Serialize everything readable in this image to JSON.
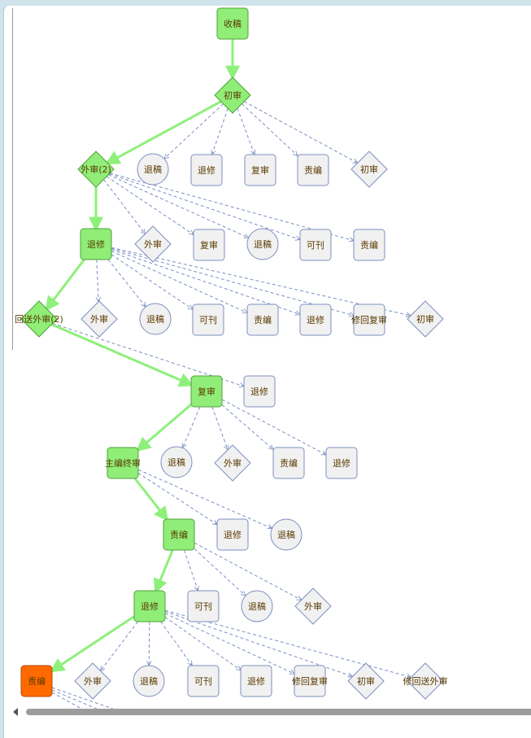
{
  "colors": {
    "flow_green": "#8ef07a",
    "active_fill": "#90ee78",
    "active_stroke": "#4fa03a",
    "inactive_fill": "#f1f1f1",
    "inactive_stroke": "#7d8fc0",
    "current_fill": "#ff6a00",
    "current_stroke": "#b84800",
    "dash_edge": "#7b8fc4",
    "label_text": "#5a3a00"
  },
  "nodes": [
    {
      "id": "n1",
      "label": "收稿",
      "shape": "square",
      "state": "active"
    },
    {
      "id": "n2",
      "label": "初审",
      "shape": "diamond",
      "state": "active"
    },
    {
      "id": "n3",
      "label": "外审(2)",
      "shape": "diamond",
      "state": "active"
    },
    {
      "id": "n4",
      "label": "退稿",
      "shape": "circle",
      "state": "inactive"
    },
    {
      "id": "n5",
      "label": "退修",
      "shape": "square",
      "state": "inactive"
    },
    {
      "id": "n6",
      "label": "复审",
      "shape": "square",
      "state": "inactive"
    },
    {
      "id": "n7",
      "label": "责编",
      "shape": "square",
      "state": "inactive"
    },
    {
      "id": "n8",
      "label": "初审",
      "shape": "diamond",
      "state": "inactive"
    },
    {
      "id": "n9",
      "label": "退修",
      "shape": "square",
      "state": "active"
    },
    {
      "id": "n10",
      "label": "外审",
      "shape": "diamond",
      "state": "inactive"
    },
    {
      "id": "n11",
      "label": "复审",
      "shape": "square",
      "state": "inactive"
    },
    {
      "id": "n12",
      "label": "退稿",
      "shape": "circle",
      "state": "inactive"
    },
    {
      "id": "n13",
      "label": "可刊",
      "shape": "square",
      "state": "inactive"
    },
    {
      "id": "n14",
      "label": "责编",
      "shape": "square",
      "state": "inactive"
    },
    {
      "id": "n15",
      "label": "回送外审(2)",
      "shape": "diamond",
      "state": "active"
    },
    {
      "id": "n16",
      "label": "外审",
      "shape": "diamond",
      "state": "inactive"
    },
    {
      "id": "n17",
      "label": "退稿",
      "shape": "circle",
      "state": "inactive"
    },
    {
      "id": "n18",
      "label": "可刊",
      "shape": "square",
      "state": "inactive"
    },
    {
      "id": "n19",
      "label": "责编",
      "shape": "square",
      "state": "inactive"
    },
    {
      "id": "n20",
      "label": "退修",
      "shape": "square",
      "state": "inactive"
    },
    {
      "id": "n21",
      "label": "修回复审",
      "shape": "square",
      "state": "inactive"
    },
    {
      "id": "n22",
      "label": "初审",
      "shape": "diamond",
      "state": "inactive"
    },
    {
      "id": "n23",
      "label": "复审",
      "shape": "square",
      "state": "active"
    },
    {
      "id": "n24",
      "label": "退修",
      "shape": "square",
      "state": "inactive"
    },
    {
      "id": "n25",
      "label": "主编终审",
      "shape": "square",
      "state": "active"
    },
    {
      "id": "n26",
      "label": "退稿",
      "shape": "circle",
      "state": "inactive"
    },
    {
      "id": "n27",
      "label": "外审",
      "shape": "diamond",
      "state": "inactive"
    },
    {
      "id": "n28",
      "label": "责编",
      "shape": "square",
      "state": "inactive"
    },
    {
      "id": "n29",
      "label": "退修",
      "shape": "square",
      "state": "inactive"
    },
    {
      "id": "n30",
      "label": "责编",
      "shape": "square",
      "state": "active"
    },
    {
      "id": "n31",
      "label": "退修",
      "shape": "square",
      "state": "inactive"
    },
    {
      "id": "n32",
      "label": "退稿",
      "shape": "circle",
      "state": "inactive"
    },
    {
      "id": "n33",
      "label": "退修",
      "shape": "square",
      "state": "active"
    },
    {
      "id": "n34",
      "label": "可刊",
      "shape": "square",
      "state": "inactive"
    },
    {
      "id": "n35",
      "label": "退稿",
      "shape": "circle",
      "state": "inactive"
    },
    {
      "id": "n36",
      "label": "外审",
      "shape": "diamond",
      "state": "inactive"
    },
    {
      "id": "n37",
      "label": "责编",
      "shape": "square",
      "state": "current"
    },
    {
      "id": "n38",
      "label": "外审",
      "shape": "diamond",
      "state": "inactive"
    },
    {
      "id": "n39",
      "label": "退稿",
      "shape": "circle",
      "state": "inactive"
    },
    {
      "id": "n40",
      "label": "可刊",
      "shape": "square",
      "state": "inactive"
    },
    {
      "id": "n41",
      "label": "退修",
      "shape": "square",
      "state": "inactive"
    },
    {
      "id": "n42",
      "label": "修回复审",
      "shape": "square",
      "state": "inactive"
    },
    {
      "id": "n43",
      "label": "初审",
      "shape": "diamond",
      "state": "inactive"
    },
    {
      "id": "n44",
      "label": "修回送外审",
      "shape": "diamond",
      "state": "inactive"
    }
  ],
  "edges_main": [
    [
      "n1",
      "n2"
    ],
    [
      "n2",
      "n3"
    ],
    [
      "n3",
      "n9"
    ],
    [
      "n9",
      "n15"
    ],
    [
      "n15",
      "n23"
    ],
    [
      "n23",
      "n25"
    ],
    [
      "n25",
      "n30"
    ],
    [
      "n30",
      "n33"
    ],
    [
      "n33",
      "n37"
    ]
  ],
  "edges_dashed": [
    [
      "n2",
      "n4"
    ],
    [
      "n2",
      "n5"
    ],
    [
      "n2",
      "n6"
    ],
    [
      "n2",
      "n7"
    ],
    [
      "n2",
      "n8"
    ],
    [
      "n3",
      "n10"
    ],
    [
      "n3",
      "n11"
    ],
    [
      "n3",
      "n12"
    ],
    [
      "n3",
      "n13"
    ],
    [
      "n3",
      "n14"
    ],
    [
      "n9",
      "n16"
    ],
    [
      "n9",
      "n17"
    ],
    [
      "n9",
      "n18"
    ],
    [
      "n9",
      "n19"
    ],
    [
      "n9",
      "n20"
    ],
    [
      "n9",
      "n21"
    ],
    [
      "n9",
      "n22"
    ],
    [
      "n15",
      "n24"
    ],
    [
      "n23",
      "n26"
    ],
    [
      "n23",
      "n27"
    ],
    [
      "n23",
      "n28"
    ],
    [
      "n23",
      "n29"
    ],
    [
      "n25",
      "n31"
    ],
    [
      "n25",
      "n32"
    ],
    [
      "n30",
      "n34"
    ],
    [
      "n30",
      "n35"
    ],
    [
      "n30",
      "n36"
    ],
    [
      "n33",
      "n38"
    ],
    [
      "n33",
      "n39"
    ],
    [
      "n33",
      "n40"
    ],
    [
      "n33",
      "n41"
    ],
    [
      "n33",
      "n42"
    ],
    [
      "n33",
      "n43"
    ],
    [
      "n33",
      "n44"
    ]
  ]
}
